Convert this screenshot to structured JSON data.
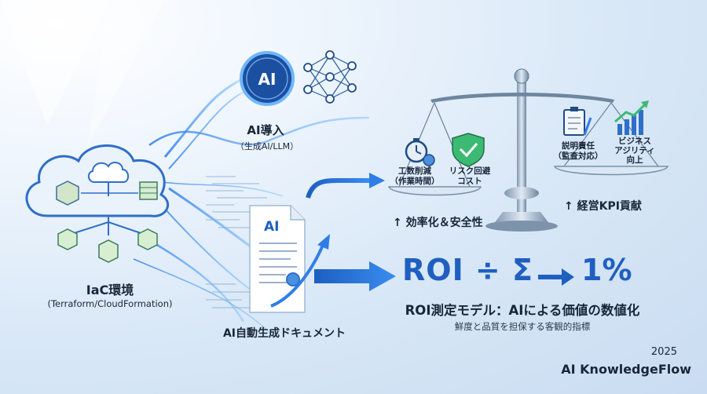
{
  "ai_intro": {
    "title": "AI導入",
    "subtitle": "（生成AI/LLM）",
    "badge": "AI"
  },
  "iac": {
    "title": "IaC環境",
    "subtitle": "(Terraform/CloudFormation)"
  },
  "doc": {
    "title": "AI自動生成ドキュメント",
    "badge": "AI"
  },
  "scale": {
    "left_items": [
      {
        "line1": "工数削減",
        "line2": "（作業時間）"
      },
      {
        "line1": "リスク回避",
        "line2": "コスト"
      }
    ],
    "right_items": [
      {
        "line1": "説明責任",
        "line2": "（監査対応）"
      },
      {
        "line1": "ビジネス",
        "line2": "アジリティ",
        "line3": "向上"
      }
    ],
    "left_caption": "↑ 効率化＆安全性",
    "right_caption": "↑ 経営KPI貢献"
  },
  "roi": {
    "formula_left": "ROI ÷ Σ",
    "formula_right": "1%",
    "title": "ROI測定モデル：AIによる価値の数値化",
    "subtitle": "鮮度と品質を担保する客観的指標"
  },
  "footer": {
    "year": "2025",
    "brand": "AI KnowledgeFlow"
  },
  "colors": {
    "accent": "#1f6fd6",
    "dark": "#18263a",
    "check": "#3cba73"
  }
}
